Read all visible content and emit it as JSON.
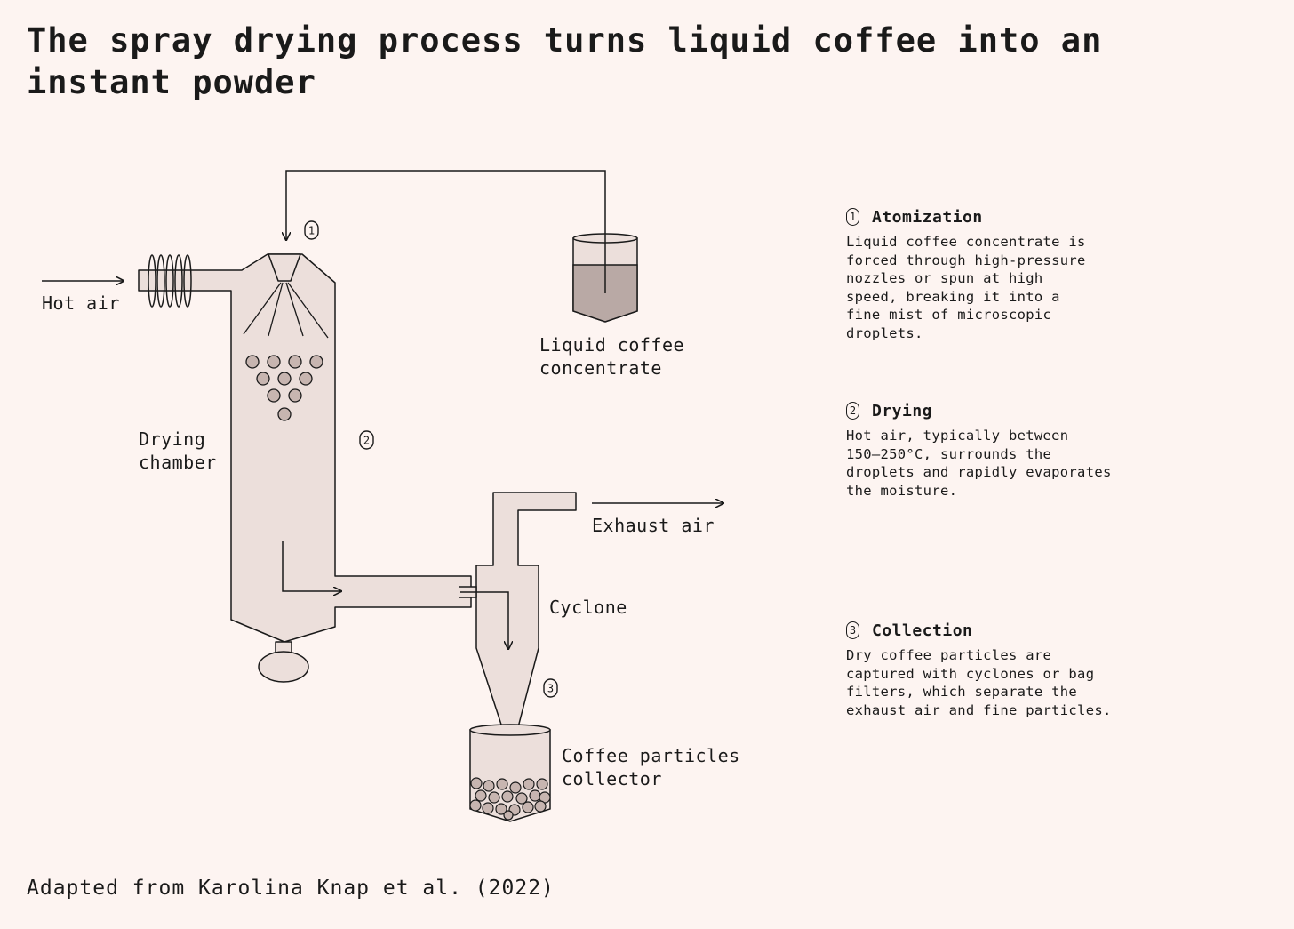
{
  "title": "The spray drying process turns liquid coffee into an instant powder",
  "credit": "Adapted from Karolina Knap et al. (2022)",
  "labels": {
    "hot_air": "Hot air",
    "liquid_l1": "Liquid coffee",
    "liquid_l2": "concentrate",
    "drying_l1": "Drying",
    "drying_l2": "chamber",
    "exhaust": "Exhaust air",
    "cyclone": "Cyclone",
    "collector_l1": "Coffee particles",
    "collector_l2": "collector"
  },
  "markers": [
    "1",
    "2",
    "3"
  ],
  "steps": [
    {
      "number": "1",
      "title": "Atomization",
      "description": "Liquid coffee concentrate is\nforced through high-pressure\nnozzles or spun at high\nspeed, breaking it into a\nfine mist of microscopic\ndroplets."
    },
    {
      "number": "2",
      "title": "Drying",
      "description": "Hot air, typically between\n150–250°C, surrounds the\ndroplets and rapidly evaporates\nthe moisture."
    },
    {
      "number": "3",
      "title": "Collection",
      "description": "Dry coffee particles are\ncaptured with cyclones or bag\nfilters, which separate the\nexhaust air and fine particles."
    }
  ],
  "colors": {
    "background": "#fdf4f1",
    "equipment_fill": "#ecdfdb",
    "liquid_fill": "#b9a9a5",
    "particle_fill": "#c7b5b0",
    "stroke": "#1a1a1a"
  }
}
